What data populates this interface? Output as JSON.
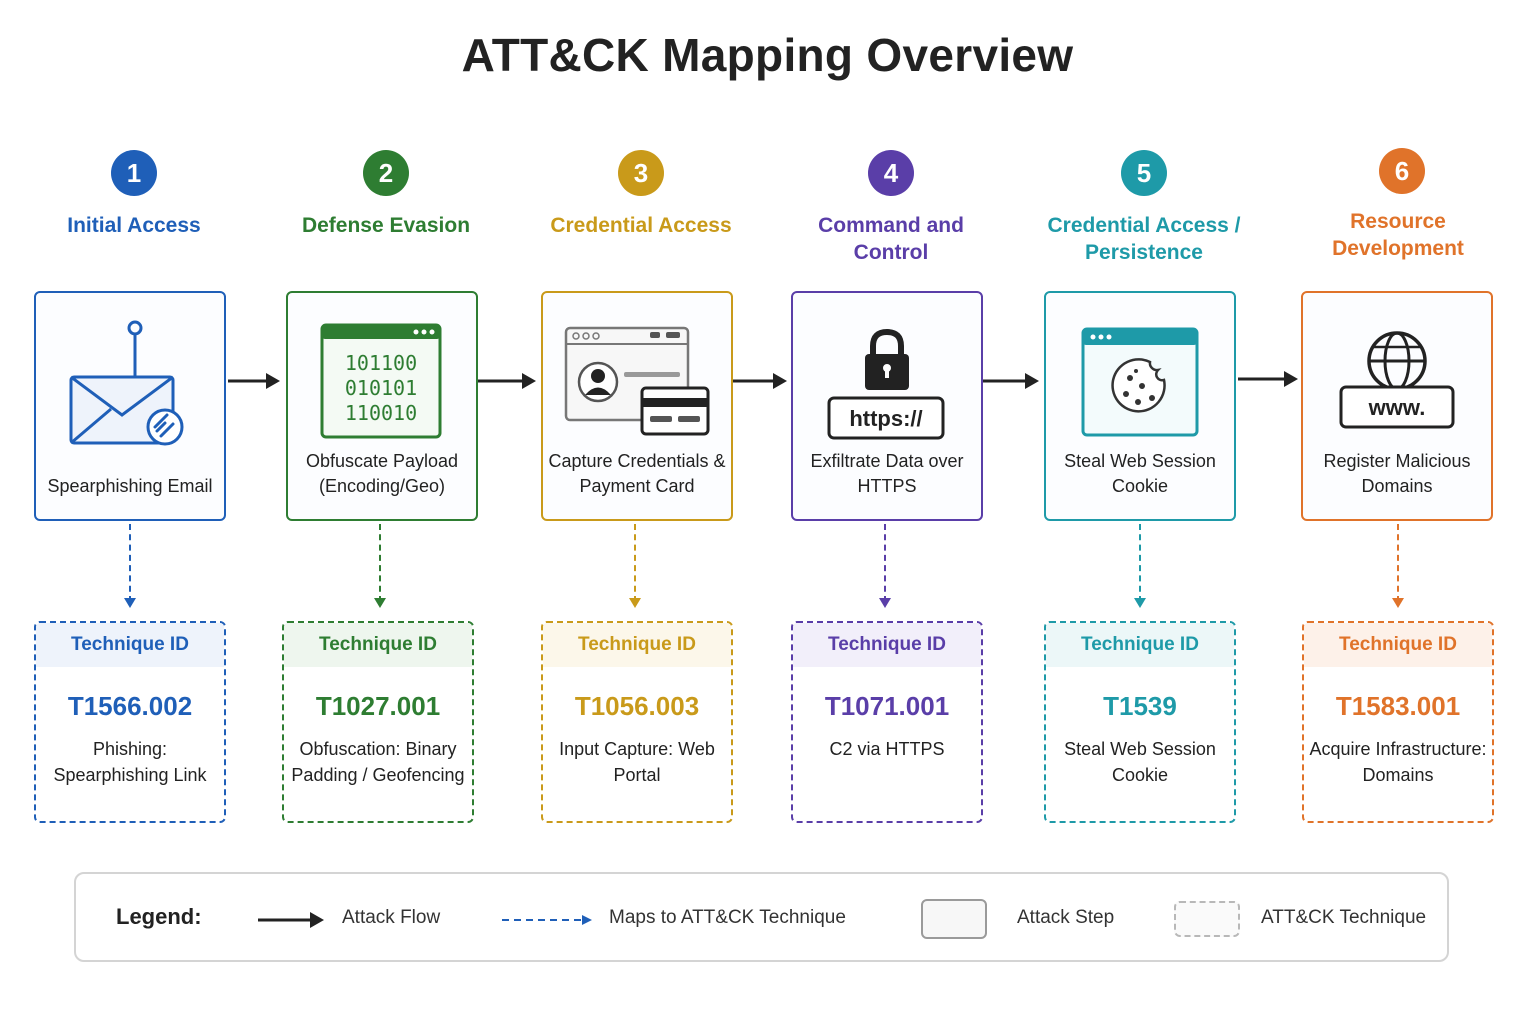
{
  "title": "ATT&CK Mapping Overview",
  "steps": [
    {
      "number": "1",
      "tactic": "Initial Access",
      "label": "Spearphishing Email",
      "tech_header": "Technique ID",
      "tech_id": "T1566.002",
      "tech_name": "Phishing: Spearphishing Link",
      "color": "#1f5fb8",
      "tint": "#eef3fb",
      "icon": "phishing-email-icon"
    },
    {
      "number": "2",
      "tactic": "Defense Evasion",
      "label": "Obfuscate Payload (Encoding/Geo)",
      "tech_header": "Technique ID",
      "tech_id": "T1027.001",
      "tech_name": "Obfuscation: Binary Padding / Geofencing",
      "color": "#2e7d32",
      "tint": "#eef6ee",
      "icon": "binary-window-icon",
      "binary": [
        "101100",
        "010101",
        "110010"
      ]
    },
    {
      "number": "3",
      "tactic": "Credential Access",
      "label": "Capture Credentials & Payment Card",
      "tech_header": "Technique ID",
      "tech_id": "T1056.003",
      "tech_name": "Input Capture: Web Portal",
      "color": "#c99a1a",
      "tint": "#fcf7ea",
      "icon": "credential-card-icon"
    },
    {
      "number": "4",
      "tactic": "Command and Control",
      "label": "Exfiltrate Data over HTTPS",
      "tech_header": "Technique ID",
      "tech_id": "T1071.001",
      "tech_name": "C2 via HTTPS",
      "color": "#5a3ea8",
      "tint": "#f2effa",
      "icon": "lock-https-icon",
      "https": "https://"
    },
    {
      "number": "5",
      "tactic": "Credential Access / Persistence",
      "label": "Steal Web Session Cookie",
      "tech_header": "Technique ID",
      "tech_id": "T1539",
      "tech_name": "Steal Web Session Cookie",
      "color": "#1e9aa8",
      "tint": "#ecf7f8",
      "icon": "cookie-window-icon"
    },
    {
      "number": "6",
      "tactic": "Resource Development",
      "label": "Register Malicious Domains",
      "tech_header": "Technique ID",
      "tech_id": "T1583.001",
      "tech_name": "Acquire Infrastructure: Domains",
      "color": "#e0732a",
      "tint": "#fdf1e9",
      "icon": "globe-www-icon",
      "www": "www."
    }
  ],
  "legend": {
    "title": "Legend:",
    "attack_flow": "Attack Flow",
    "maps_to": "Maps to ATT&CK Technique",
    "attack_step": "Attack Step",
    "attack_technique": "ATT&CK Technique"
  }
}
